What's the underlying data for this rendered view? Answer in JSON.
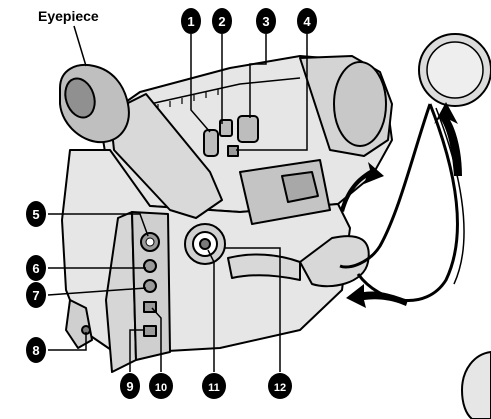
{
  "diagram": {
    "labels": {
      "eyepiece": "Eyepiece"
    },
    "callouts": [
      {
        "id": 1,
        "text": "1"
      },
      {
        "id": 2,
        "text": "2"
      },
      {
        "id": 3,
        "text": "3"
      },
      {
        "id": 4,
        "text": "4"
      },
      {
        "id": 5,
        "text": "5"
      },
      {
        "id": 6,
        "text": "6"
      },
      {
        "id": 7,
        "text": "7"
      },
      {
        "id": 8,
        "text": "8"
      },
      {
        "id": 9,
        "text": "9"
      },
      {
        "id": 10,
        "text": "10"
      },
      {
        "id": 11,
        "text": "11"
      },
      {
        "id": 12,
        "text": "12"
      }
    ],
    "colors": {
      "ink": "#000000",
      "body_fill": "#e6e6e6",
      "body_dark": "#bdbdbd",
      "background": "#ffffff"
    }
  }
}
